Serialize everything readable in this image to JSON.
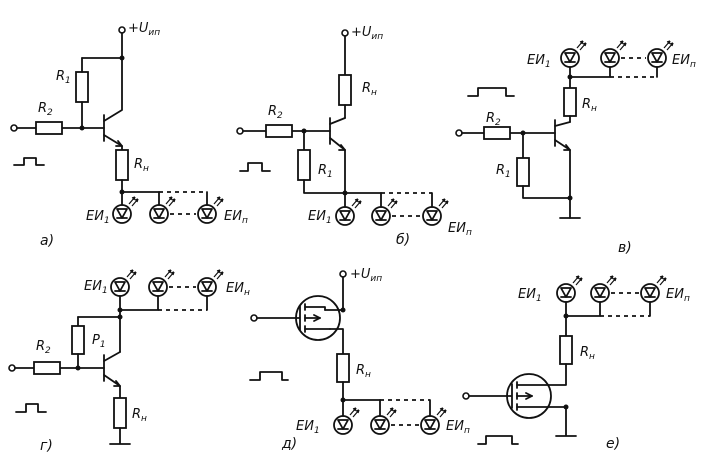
{
  "power_label": "+U",
  "power_sub": "ип",
  "resistors": {
    "r1": "R",
    "r1_sub": "1",
    "r2": "R",
    "r2_sub": "2",
    "rn": "R",
    "rn_sub": "н",
    "p1": "P",
    "p1_sub": "1"
  },
  "leds": {
    "first": "ЕИ",
    "first_sub": "1",
    "last": "ЕИ",
    "last_sub": "п",
    "last_sub_alt": "н"
  },
  "captions": [
    "а)",
    "б)",
    "в)",
    "г)",
    "д)",
    "е)"
  ],
  "colors": {
    "ink": "#111111",
    "paper": "#ffffff"
  }
}
